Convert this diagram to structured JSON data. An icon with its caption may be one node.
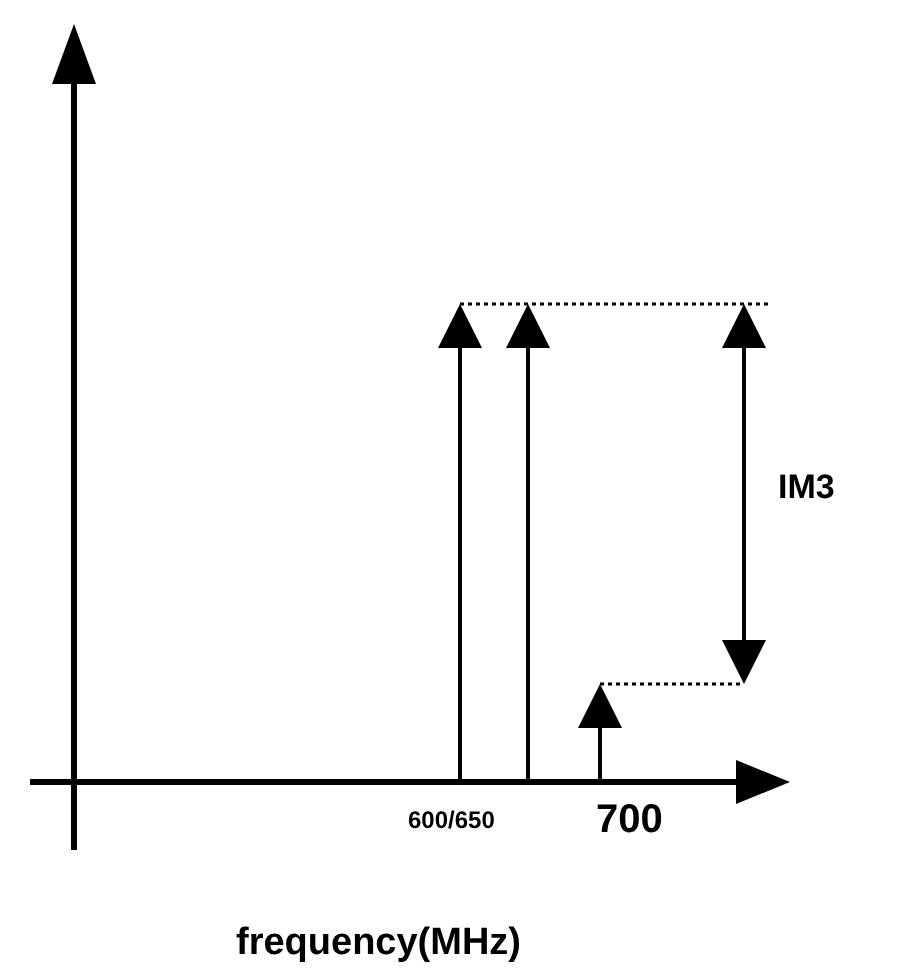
{
  "diagram": {
    "labels": [
      "600/650",
      "700",
      "IM3",
      "frequency(MHz)"
    ]
  }
}
